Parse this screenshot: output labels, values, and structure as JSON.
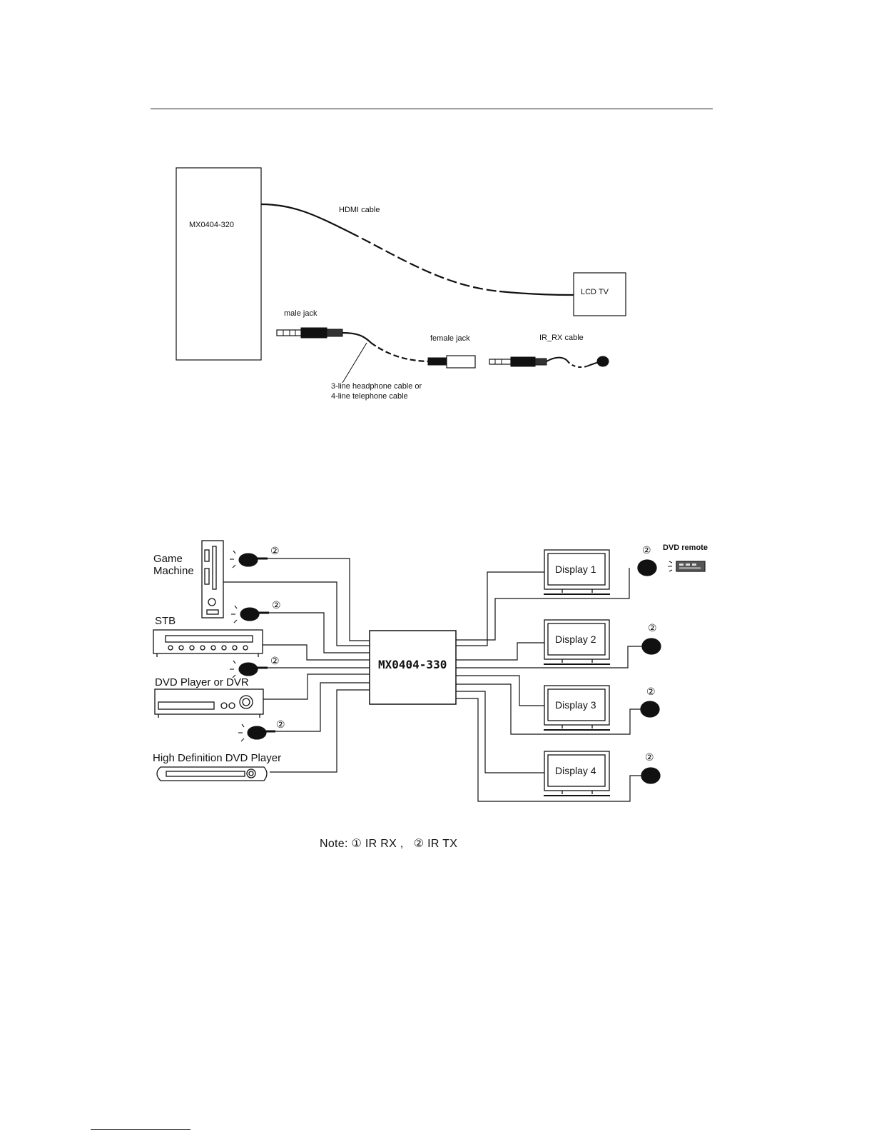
{
  "diagram1": {
    "device_label": "MX0404-320",
    "hdmi_cable_label": "HDMI cable",
    "tv_label": "LCD TV",
    "male_jack_label": "male jack",
    "female_jack_label": "female jack",
    "ir_rx_cable_label": "IR_RX cable",
    "cable_note_line1": "3-line headphone cable or",
    "cable_note_line2": "4-line telephone cable"
  },
  "diagram2": {
    "matrix_label": "MX0404-330",
    "sources": [
      {
        "label_line1": "Game",
        "label_line2": "Machine"
      },
      {
        "label": "STB"
      },
      {
        "label": "DVD Player or DVR"
      },
      {
        "label": "High Definition DVD Player"
      }
    ],
    "displays": [
      {
        "label": "Display  1"
      },
      {
        "label": "Display  2"
      },
      {
        "label": "Display  3"
      },
      {
        "label": "Display  4"
      }
    ],
    "dvd_remote_label": "DVD remote",
    "ir_tx_marker": "②",
    "note": "Note: ① IR RX ,   ② IR TX"
  }
}
